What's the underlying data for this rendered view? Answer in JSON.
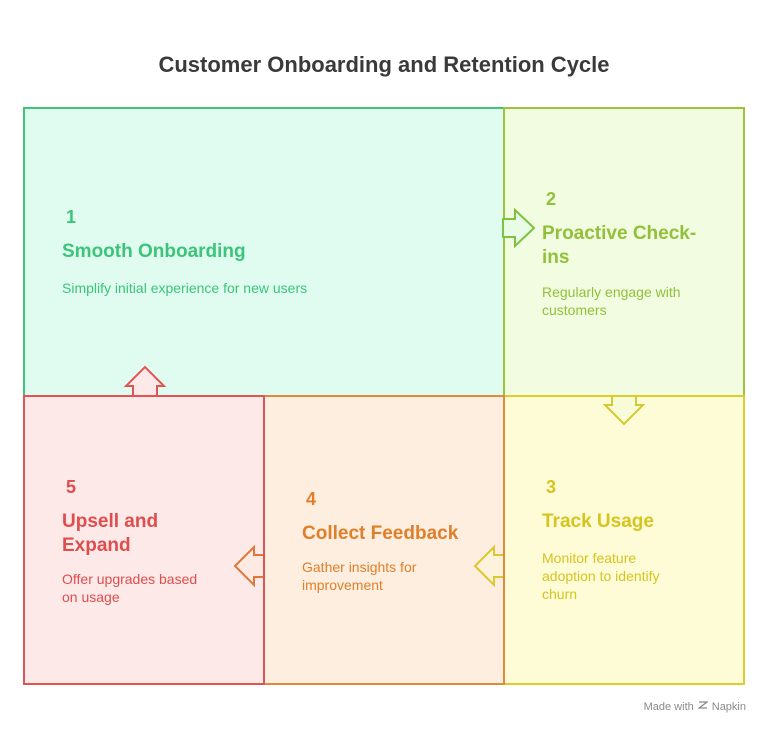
{
  "title": "Customer Onboarding and Retention Cycle",
  "steps": [
    {
      "num": "1",
      "head": "Smooth Onboarding",
      "desc": "Simplify initial experience for new users",
      "color": "#3cc47a"
    },
    {
      "num": "2",
      "head": "Proactive Check-\nins",
      "desc": "Regularly engage with\ncustomers",
      "color": "#92c03a"
    },
    {
      "num": "3",
      "head": "Track Usage",
      "desc": "Monitor feature\nadoption to identify\nchurn",
      "color": "#d6c41f"
    },
    {
      "num": "4",
      "head": "Collect Feedback",
      "desc": "Gather insights for\nimprovement",
      "color": "#e07f2a"
    },
    {
      "num": "5",
      "head": "Upsell and\nExpand",
      "desc": "Offer upgrades based\non usage",
      "color": "#df4d4d"
    }
  ],
  "footer": {
    "made_with": "Made with",
    "brand": "Napkin"
  }
}
